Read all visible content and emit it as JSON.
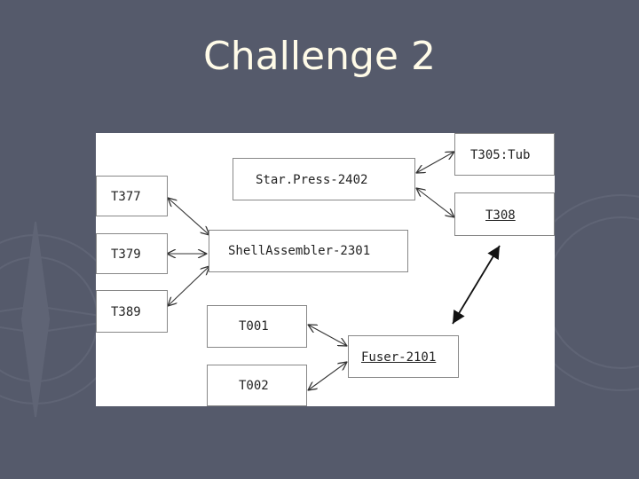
{
  "slide": {
    "title": "Challenge 2"
  },
  "diagram": {
    "nodes": {
      "t305": "T305:Tub",
      "star_press": "Star.Press-2402",
      "t377": "T377",
      "t308": "T308",
      "shell_assembler": "ShellAssembler-2301",
      "t379": "T379",
      "t389": "T389",
      "t001": "T001",
      "fuser": "Fuser-2101",
      "t002": "T002"
    }
  },
  "colors": {
    "background": "#555a6b",
    "title": "#fffbe8",
    "panel": "#ffffff"
  }
}
